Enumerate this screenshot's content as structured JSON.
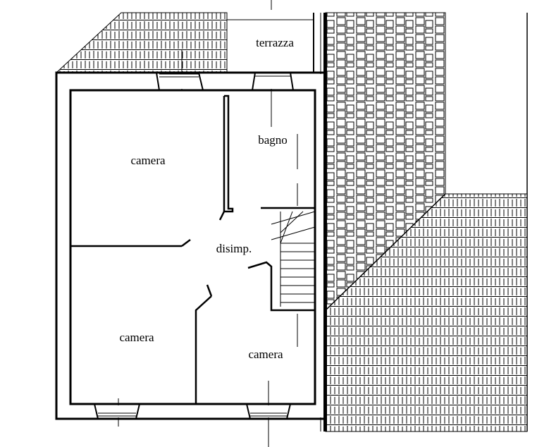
{
  "rooms": {
    "terrazza": "terrazza",
    "bagno": "bagno",
    "camera_top_left": "camera",
    "disimpegno": "disimp.",
    "camera_bottom_left": "camera",
    "camera_bottom_right": "camera"
  },
  "colors": {
    "line": "#000000",
    "background": "#ffffff"
  }
}
